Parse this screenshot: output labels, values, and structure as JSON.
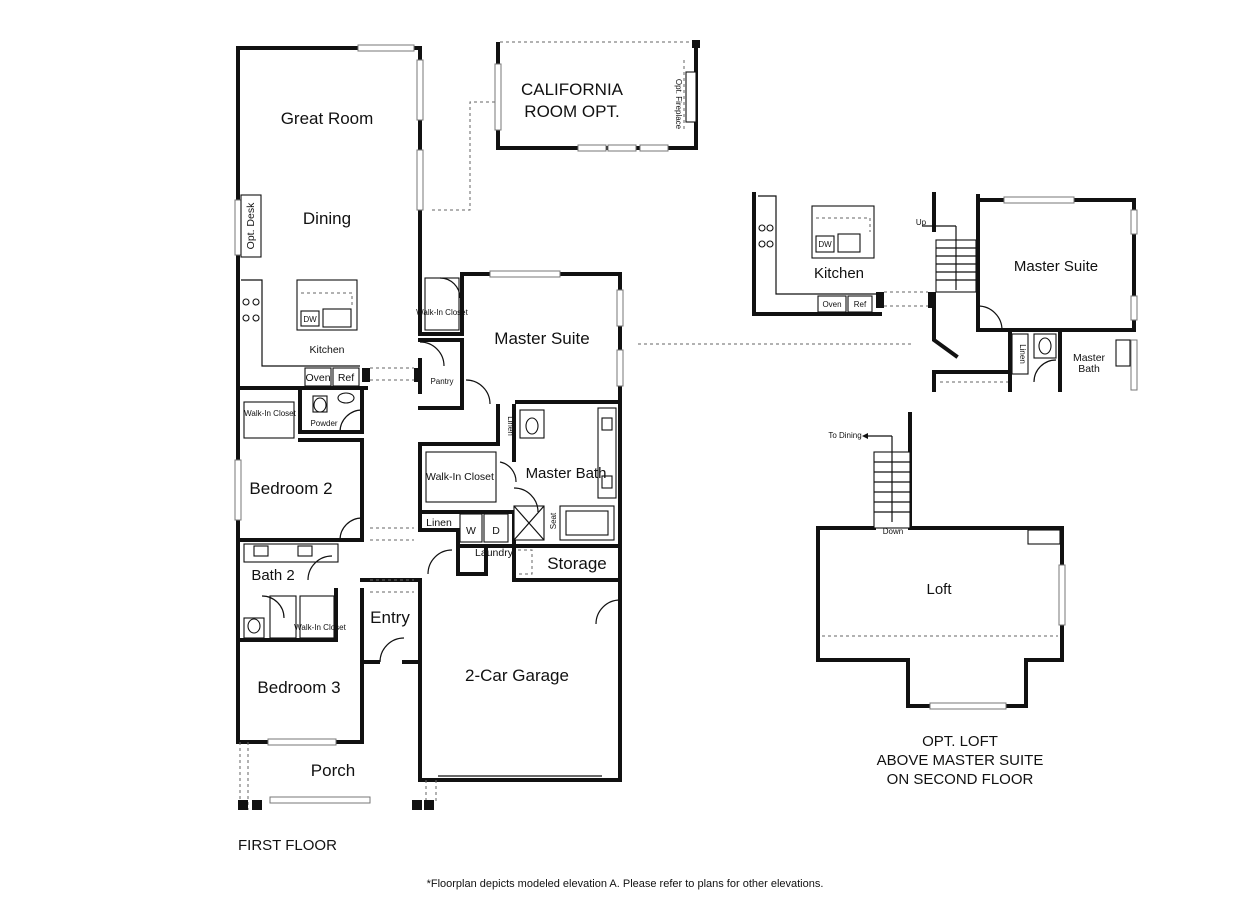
{
  "first_floor": {
    "caption": "FIRST FLOOR",
    "rooms": {
      "great_room": "Great Room",
      "dining": "Dining",
      "opt_desk": "Opt. Desk",
      "kitchen": "Kitchen",
      "dw": "DW",
      "oven": "Oven",
      "ref": "Ref",
      "pantry": "Pantry",
      "walkin_master": "Walk-In Closet",
      "master_suite": "Master Suite",
      "walkin_bed2": "Walk-In Closet",
      "powder": "Powder",
      "bedroom2": "Bedroom 2",
      "linen_master": "Linen",
      "walkin_closet_main": "Walk-In Closet",
      "master_bath": "Master Bath",
      "linen_hall": "Linen",
      "washer": "W",
      "dryer": "D",
      "seat": "Seat",
      "laundry": "Laundry",
      "storage": "Storage",
      "bath2": "Bath 2",
      "walkin_bed3": "Walk-In Closet",
      "entry": "Entry",
      "bedroom3": "Bedroom 3",
      "garage": "2-Car Garage",
      "porch": "Porch"
    }
  },
  "california_room": {
    "title_line1": "CALIFORNIA",
    "title_line2": "ROOM OPT.",
    "fireplace": "Opt. Fireplace"
  },
  "upper_inset": {
    "kitchen": "Kitchen",
    "dw": "DW",
    "oven": "Oven",
    "ref": "Ref",
    "up": "Up",
    "master_suite": "Master Suite",
    "linen": "Linen",
    "master_bath_line1": "Master",
    "master_bath_line2": "Bath"
  },
  "loft_plan": {
    "to_dining": "To Dining",
    "down": "Down",
    "loft": "Loft",
    "caption_line1": "OPT. LOFT",
    "caption_line2": "ABOVE MASTER SUITE",
    "caption_line3": "ON SECOND FLOOR"
  },
  "footnote": "*Floorplan depicts modeled elevation A. Please refer to plans for other elevations."
}
